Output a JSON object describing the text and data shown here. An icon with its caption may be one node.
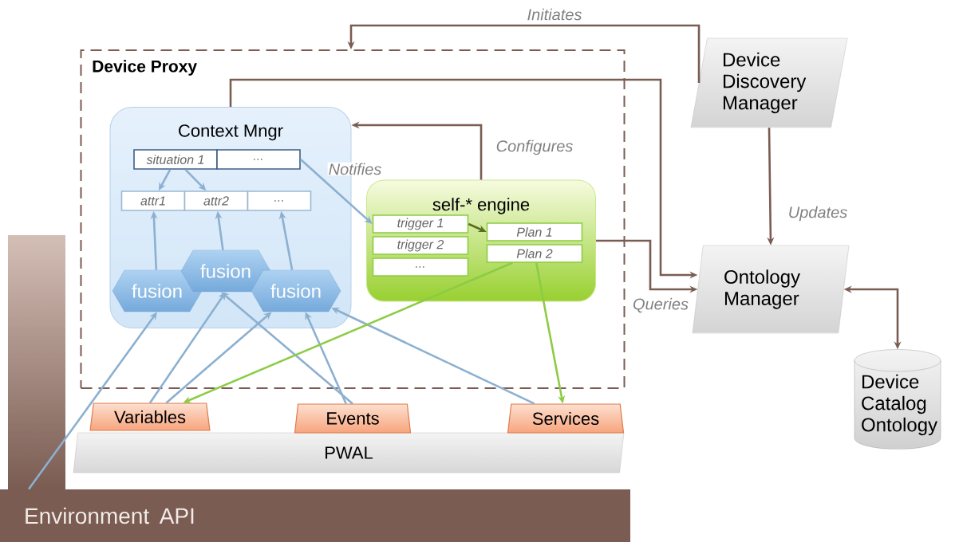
{
  "diagram": {
    "nodes": [
      {
        "text": [
          "Device Proxy"
        ]
      },
      {
        "text": [
          "Context Mngr"
        ],
        "in": 0
      },
      {
        "text": [
          "situation 1"
        ],
        "in": 1
      },
      {
        "text": [
          "..."
        ],
        "in": 1
      },
      {
        "text": [
          "attr1"
        ],
        "in": 1
      },
      {
        "text": [
          "attr2"
        ],
        "in": 1
      },
      {
        "text": [
          "..."
        ],
        "in": 1
      },
      {
        "text": [
          "fusion"
        ],
        "in": 1
      },
      {
        "text": [
          "fusion"
        ],
        "in": 1
      },
      {
        "text": [
          "fusion"
        ],
        "in": 1
      },
      {
        "text": [
          "self-* engine"
        ],
        "in": 0
      },
      {
        "text": [
          "trigger 1"
        ],
        "in": 10
      },
      {
        "text": [
          "trigger 2"
        ],
        "in": 10
      },
      {
        "text": [
          "..."
        ],
        "in": 10
      },
      {
        "text": [
          "Plan 1"
        ],
        "in": 10
      },
      {
        "text": [
          "Plan 2"
        ],
        "in": 10
      },
      {
        "text": [
          "Variables"
        ]
      },
      {
        "text": [
          "Events"
        ]
      },
      {
        "text": [
          "Services"
        ]
      },
      {
        "text": [
          "PWAL"
        ]
      },
      {
        "text": [
          "Environment API"
        ]
      },
      {
        "text": [
          "Device Discovery Manager"
        ]
      },
      {
        "text": [
          "Ontology Manager"
        ]
      },
      {
        "text": [
          "Device Catalog Ontology"
        ]
      }
    ],
    "edges": [
      {
        "from": 2,
        "to": 4,
        "arrow": "to"
      },
      {
        "from": 2,
        "to": 5,
        "arrow": "to"
      },
      {
        "from": 7,
        "to": 4,
        "arrow": "to"
      },
      {
        "from": 8,
        "to": 5,
        "arrow": "to"
      },
      {
        "from": 9,
        "to": 6,
        "arrow": "to"
      },
      {
        "from": 3,
        "to": 11,
        "arrow": "to",
        "label": "Notifies"
      },
      {
        "from": 11,
        "to": 14,
        "arrow": "to",
        "color": "#5a6e20"
      },
      {
        "from": 10,
        "to": 1,
        "arrow": "to",
        "label": "Configures",
        "color": "#7a5c52"
      },
      {
        "from": 1,
        "to": 22,
        "arrow": "to",
        "color": "#7a5c52"
      },
      {
        "from": 10,
        "to": 22,
        "arrow": "to",
        "label": "Queries",
        "color": "#7a5c52"
      },
      {
        "from": 21,
        "to": 0,
        "arrow": "to",
        "label": "Initiates",
        "color": "#7a5c52"
      },
      {
        "from": 21,
        "to": 22,
        "arrow": "to",
        "label": "Updates",
        "color": "#7a5c52"
      },
      {
        "from": 22,
        "to": 23,
        "arrow": "both",
        "color": "#7a5c52"
      },
      {
        "from": 20,
        "to": 7,
        "arrow": "to"
      },
      {
        "from": 16,
        "to": 8,
        "arrow": "to"
      },
      {
        "from": 16,
        "to": 9,
        "arrow": "to"
      },
      {
        "from": 17,
        "to": 8,
        "arrow": "to"
      },
      {
        "from": 17,
        "to": 9,
        "arrow": "to"
      },
      {
        "from": 18,
        "to": 9,
        "arrow": "to"
      },
      {
        "from": 15,
        "to": 16,
        "arrow": "to",
        "color": "#8ccc44"
      },
      {
        "from": 15,
        "to": 18,
        "arrow": "to",
        "color": "#8ccc44"
      }
    ]
  }
}
